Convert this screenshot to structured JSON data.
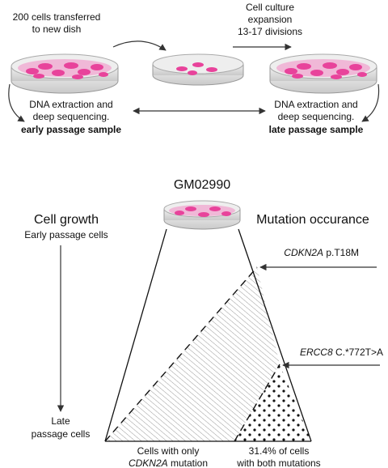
{
  "top": {
    "transfer_line1": "200 cells transferred",
    "transfer_line2": "to new dish",
    "culture_line1": "Cell culture",
    "culture_line2": "expansion",
    "culture_line3": "13-17 divisions",
    "left_extract_line1": "DNA extraction and",
    "left_extract_line2": "deep sequencing.",
    "left_extract_bold": "early passage sample",
    "right_extract_line1": "DNA extraction and",
    "right_extract_line2": "deep sequencing.",
    "right_extract_bold": "late passage sample"
  },
  "bottom": {
    "cell_line": "GM02990",
    "cell_growth_title": "Cell growth",
    "early_label": "Early passage cells",
    "late_line1": "Late",
    "late_line2": "passage cells",
    "mutation_title": "Mutation occurance",
    "mutation1_gene": "CDKN2A",
    "mutation1_change": " p.T18M",
    "mutation2_gene": "ERCC8",
    "mutation2_change": " C.*772T>A",
    "only_label_line1": "Cells with only",
    "only_label_gene": "CDKN2A",
    "only_label_suffix": " mutation",
    "both_label_line1": "31.4% of cells",
    "both_label_line2": "with both mutations"
  },
  "colors": {
    "cells": "#e8439b",
    "cells_light": "#f28cc4",
    "dish_rim": "#bdbdbd",
    "dish_body": "#d9d9d9"
  }
}
